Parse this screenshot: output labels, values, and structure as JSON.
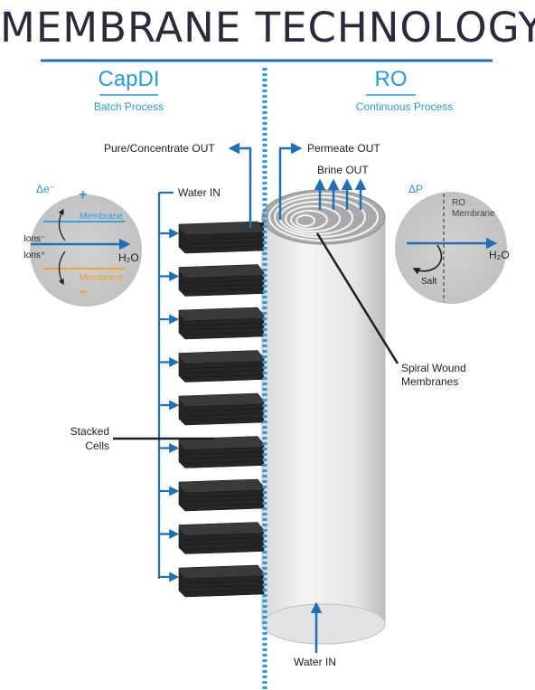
{
  "title": "MEMBRANE TECHNOLOGY",
  "left": {
    "heading": "CapDI",
    "subheading": "Batch Process"
  },
  "right": {
    "heading": "RO",
    "subheading": "Continuous Process"
  },
  "labels": {
    "pure_out": "Pure/Concentrate OUT",
    "permeate_out": "Permeate OUT",
    "brine_out": "Brine OUT",
    "water_in_left": "Water IN",
    "water_in_bottom": "Water IN",
    "stacked_cells": [
      "Stacked",
      "Cells"
    ],
    "spiral": [
      "Spiral Wound",
      "Membranes"
    ]
  },
  "capdi_inset": {
    "delta": "Δe⁻",
    "plus": "+",
    "minus": "−",
    "membrane_top": "Membrane",
    "membrane_bottom": "Membrane",
    "ions1": "Ions⁻",
    "ions2": "Ions⁺",
    "h2o": "H₂O"
  },
  "ro_inset": {
    "delta": "ΔP",
    "ro": "RO",
    "membrane": "Membrane",
    "h2o": "H₂O",
    "salt": "Salt"
  },
  "colors": {
    "accent": "#2b9ad8",
    "orange": "#f0a020",
    "dark": "#2a2a3a"
  },
  "stack_count": 9
}
